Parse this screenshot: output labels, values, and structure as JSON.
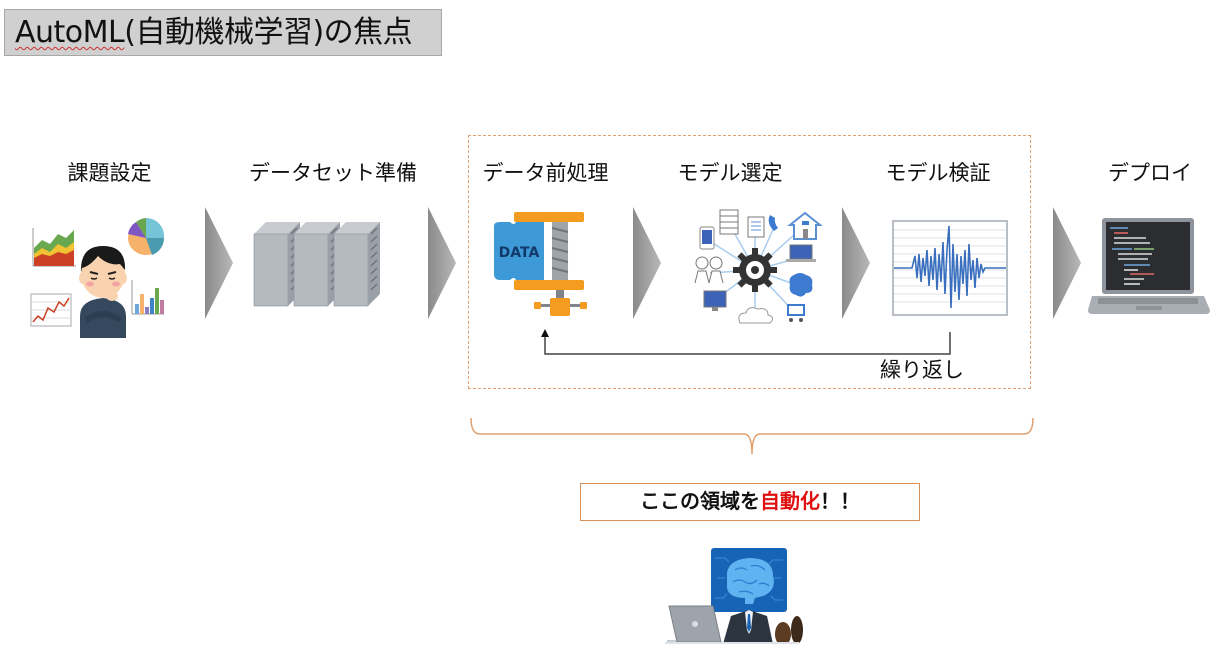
{
  "title": {
    "prefix": "AutoML",
    "suffix": "(自動機械学習)の焦点"
  },
  "steps": [
    {
      "label": "課題設定",
      "icon": "thinking-person-with-charts-icon"
    },
    {
      "label": "データセット準備",
      "icon": "server-racks-icon"
    },
    {
      "label": "データ前処理",
      "icon": "data-clamp-compression-icon"
    },
    {
      "label": "モデル選定",
      "icon": "gear-network-icon"
    },
    {
      "label": "モデル検証",
      "icon": "waveform-chart-icon"
    },
    {
      "label": "デプロイ",
      "icon": "laptop-code-icon"
    }
  ],
  "loop": {
    "label": "繰り返し"
  },
  "automation_area": {
    "callout_prefix": "ここの領域を",
    "callout_highlight": "自動化",
    "callout_suffix": "！！",
    "highlight_color": "#e01010",
    "border_color": "#e0a070"
  },
  "clamp_icon_text": "DATA",
  "ai_icon": "ai-brain-businessman-icon"
}
